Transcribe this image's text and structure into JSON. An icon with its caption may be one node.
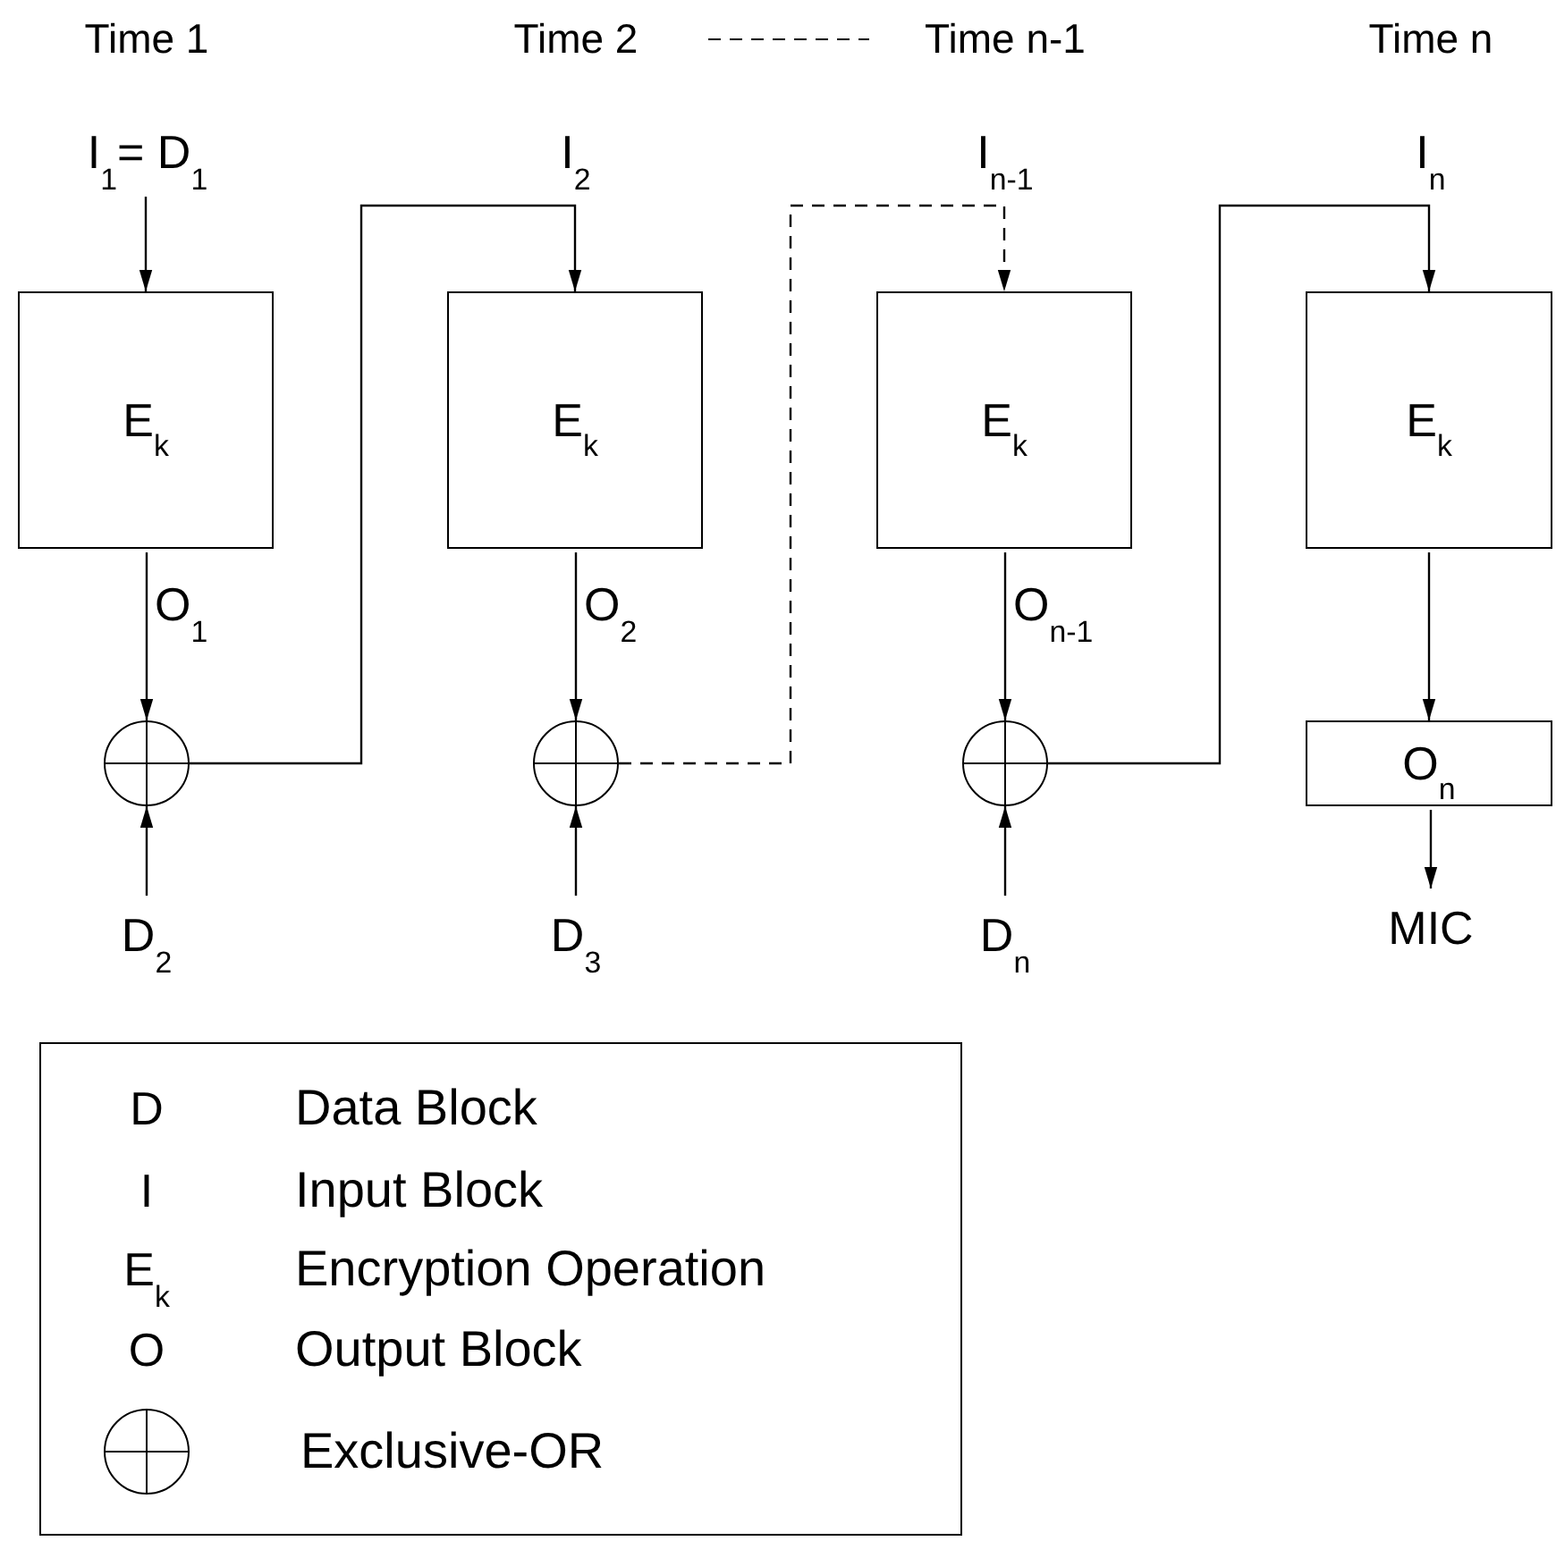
{
  "diagram": {
    "nodes": [
      {
        "text": [
          "I$_{1}$= D$_{1}$"
        ]
      },
      {
        "text": [
          "E$_{k}$"
        ]
      },
      {
        "text": [],
        "shape": "circle"
      },
      {
        "text": [
          "D$_{2}$"
        ]
      },
      {
        "text": [
          "E$_{k}$"
        ]
      },
      {
        "text": [],
        "shape": "circle"
      },
      {
        "text": [
          "D$_{3}$"
        ]
      },
      {
        "text": [
          "E$_{k}$"
        ]
      },
      {
        "text": [],
        "shape": "circle"
      },
      {
        "text": [
          "D$_{n}$"
        ]
      },
      {
        "text": [
          "E$_{k}$"
        ]
      },
      {
        "text": [
          "O$_{n}$"
        ]
      },
      {
        "text": [
          "MIC"
        ]
      }
    ],
    "edges": [
      {
        "from": 0,
        "to": 1,
        "arrow": "to"
      },
      {
        "from": 1,
        "to": 2,
        "arrow": "to",
        "label": "O$_{1}$"
      },
      {
        "from": 3,
        "to": 2,
        "arrow": "to"
      },
      {
        "from": 2,
        "to": 4,
        "arrow": "to"
      },
      {
        "from": 4,
        "to": 5,
        "arrow": "to",
        "label": "O$_{2}$"
      },
      {
        "from": 6,
        "to": 5,
        "arrow": "to"
      },
      {
        "from": 5,
        "to": 7,
        "arrow": "to",
        "style": "dashed"
      },
      {
        "from": 7,
        "to": 8,
        "arrow": "to",
        "label": "O$_{n-1}$"
      },
      {
        "from": 9,
        "to": 8,
        "arrow": "to"
      },
      {
        "from": 8,
        "to": 10,
        "arrow": "to"
      },
      {
        "from": 10,
        "to": 11,
        "arrow": "to"
      },
      {
        "from": 11,
        "to": 12,
        "arrow": "to"
      }
    ],
    "labels": [
      "Time 1",
      "Time 2",
      "Time n-1",
      "Time n",
      "I$_{2}$",
      "I$_{n-1}$",
      "I$_{n}$",
      "D",
      "I",
      "E$_{k}$",
      "O"
    ],
    "legend": [
      {
        "text": "Data Block"
      },
      {
        "text": "Input Block"
      },
      {
        "text": "Encryption Operation"
      },
      {
        "text": "Output Block"
      },
      {
        "text": "Exclusive-OR"
      }
    ]
  }
}
